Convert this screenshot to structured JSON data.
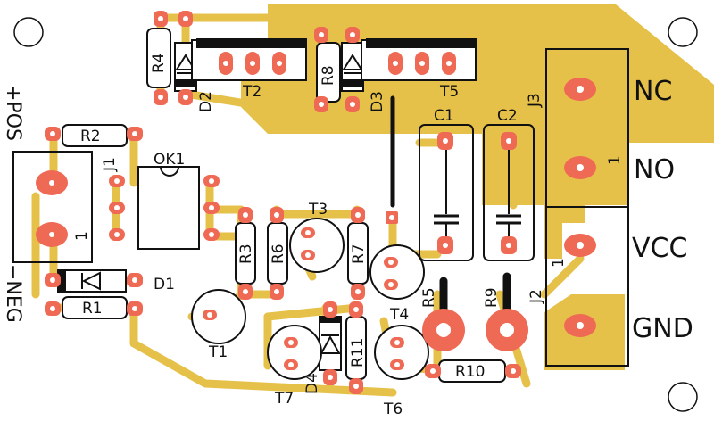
{
  "colors": {
    "background": "#ffffff",
    "copper": "#e6c14a",
    "pad": "#ef6a55",
    "hole": "#ffffff",
    "silkscreen": "#111111",
    "body_fill": "#ffffff"
  },
  "connectors": {
    "J1": {
      "ref": "J1",
      "label_top": "+POS",
      "label_bottom": "−NEG",
      "pin1": "1"
    },
    "J2": {
      "ref": "J2"
    },
    "J3": {
      "ref": "J3",
      "pin1_a": "1",
      "pin1_b": "1",
      "terminals": [
        "NC",
        "NO",
        "VCC",
        "GND"
      ]
    }
  },
  "components": {
    "R1": "R1",
    "R2": "R2",
    "R3": "R3",
    "R4": "R4",
    "R5": "R5",
    "R6": "R6",
    "R7": "R7",
    "R8": "R8",
    "R9": "R9",
    "R10": "R10",
    "R11": "R11",
    "D1": "D1",
    "D2": "D2",
    "D3": "D3",
    "D4": "D4",
    "T1": "T1",
    "T2": "T2",
    "T3": "T3",
    "T4": "T4",
    "T5": "T5",
    "T6": "T6",
    "T7": "T7",
    "C1": "C1",
    "C2": "C2",
    "OK1": "OK1"
  }
}
